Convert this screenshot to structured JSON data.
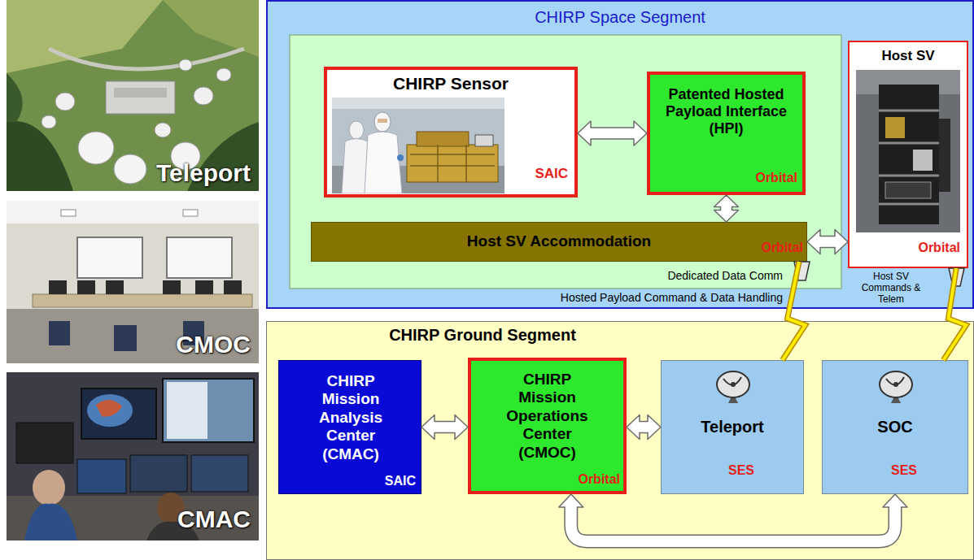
{
  "diagram": {
    "nodes": [
      {
        "text": [
          "CHIRP Space Segment"
        ]
      },
      {
        "text": [
          "CHIRP Sensor",
          "SAIC"
        ],
        "in": 0
      },
      {
        "text": [
          "Patented Hosted Payload Interface (HPI)",
          "Orbital"
        ],
        "in": 0
      },
      {
        "text": [
          "Host SV Accommodation",
          "Orbital"
        ],
        "in": 0
      },
      {
        "text": [
          "Host SV",
          "Orbital"
        ],
        "in": 0
      },
      {
        "text": [
          "CHIRP Ground Segment"
        ]
      },
      {
        "text": [
          "CHIRP Mission Analysis Center (CMAC)",
          "SAIC"
        ],
        "in": 5
      },
      {
        "text": [
          "CHIRP Mission Operations Center (CMOC)",
          "Orbital"
        ],
        "in": 5
      },
      {
        "text": [
          "Teleport",
          "SES"
        ],
        "in": 5
      },
      {
        "text": [
          "SOC",
          "SES"
        ],
        "in": 5
      }
    ],
    "edges": [
      {
        "from": 1,
        "to": 2,
        "arrow": "both"
      },
      {
        "from": 2,
        "to": 3,
        "arrow": "both"
      },
      {
        "from": 3,
        "to": 4,
        "arrow": "both"
      },
      {
        "from": 6,
        "to": 7,
        "arrow": "both"
      },
      {
        "from": 7,
        "to": 8,
        "arrow": "both"
      },
      {
        "from": 7,
        "to": 9,
        "arrow": "both"
      },
      {
        "from": 8,
        "to": 3,
        "arrow": "none"
      },
      {
        "from": 9,
        "to": 4,
        "arrow": "none"
      }
    ],
    "labels": [
      "Teleport",
      "CMOC",
      "CMAC",
      "Dedicated Data Comm",
      "Hosted Payload Command & Data Handling",
      "Host SV Commands & Telem"
    ]
  }
}
